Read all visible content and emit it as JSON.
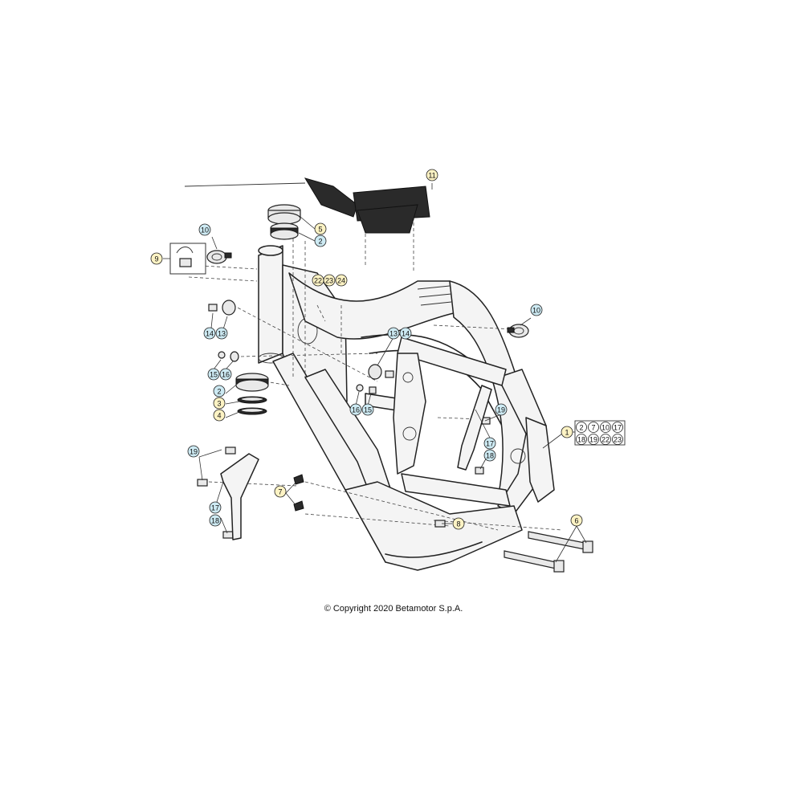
{
  "copyright": "© Copyright 2020 Betamotor S.p.A.",
  "colors": {
    "callout_yellow": "#fdf3c4",
    "callout_blue": "#cdeaf3",
    "callout_white": "#ffffff",
    "line": "#222222"
  },
  "callouts": [
    {
      "id": "c11",
      "label": "11",
      "style": "yellow"
    },
    {
      "id": "c5",
      "label": "5",
      "style": "yellow"
    },
    {
      "id": "c2a",
      "label": "2",
      "style": "blue"
    },
    {
      "id": "c10a",
      "label": "10",
      "style": "blue"
    },
    {
      "id": "c9",
      "label": "9",
      "style": "yellow"
    },
    {
      "id": "c22",
      "label": "22",
      "style": "yellow"
    },
    {
      "id": "c23",
      "label": "23",
      "style": "yellow"
    },
    {
      "id": "c24",
      "label": "24",
      "style": "yellow"
    },
    {
      "id": "c10b",
      "label": "10",
      "style": "blue"
    },
    {
      "id": "c14a",
      "label": "14",
      "style": "blue"
    },
    {
      "id": "c13a",
      "label": "13",
      "style": "blue"
    },
    {
      "id": "c13b",
      "label": "13",
      "style": "blue"
    },
    {
      "id": "c14b",
      "label": "14",
      "style": "blue"
    },
    {
      "id": "c15a",
      "label": "15",
      "style": "blue"
    },
    {
      "id": "c16a",
      "label": "16",
      "style": "blue"
    },
    {
      "id": "c2b",
      "label": "2",
      "style": "blue"
    },
    {
      "id": "c3",
      "label": "3",
      "style": "yellow"
    },
    {
      "id": "c4",
      "label": "4",
      "style": "yellow"
    },
    {
      "id": "c16b",
      "label": "16",
      "style": "blue"
    },
    {
      "id": "c15b",
      "label": "15",
      "style": "blue"
    },
    {
      "id": "c19a",
      "label": "19",
      "style": "blue"
    },
    {
      "id": "c17a",
      "label": "17",
      "style": "blue"
    },
    {
      "id": "c18a",
      "label": "18",
      "style": "blue"
    },
    {
      "id": "c1",
      "label": "1",
      "style": "yellow"
    },
    {
      "id": "c19b",
      "label": "19",
      "style": "blue"
    },
    {
      "id": "c7",
      "label": "7",
      "style": "yellow"
    },
    {
      "id": "c17b",
      "label": "17",
      "style": "blue"
    },
    {
      "id": "c18b",
      "label": "18",
      "style": "blue"
    },
    {
      "id": "c8",
      "label": "8",
      "style": "yellow"
    },
    {
      "id": "c6",
      "label": "6",
      "style": "yellow"
    }
  ],
  "kit_group": {
    "row1": [
      "2",
      "7",
      "10",
      "17"
    ],
    "row2": [
      "18",
      "19",
      "22",
      "23"
    ]
  }
}
